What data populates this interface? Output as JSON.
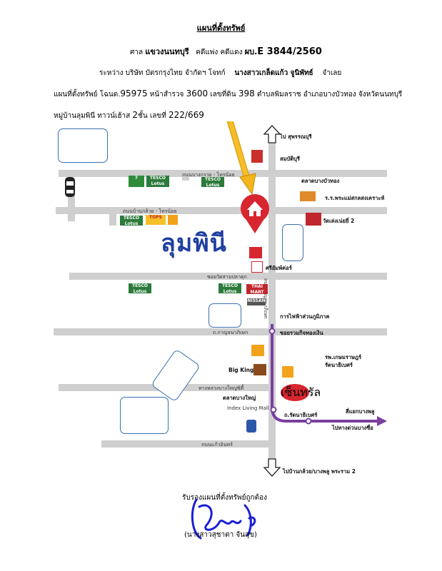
{
  "header": {
    "title": "แผนที่ตั้งทรัพย์",
    "court_prefix": "ศาล",
    "court_name": "แขวงนนทบุรี",
    "case_prefix": "คดีแพ่ง คดีแดง",
    "case_no_prefix": "ผบ.",
    "case_no": "E 3844/2560",
    "between": "ระหว่าง บริษัท บัตรกรุงไทย จำกัดฯ โจทก์",
    "defendant": "นางสาวเกล็ดแก้ว จูนิพัทธ์",
    "defendant_suffix": "จำเลย",
    "deed_prefix": "แผนที่ตั้งทรัพย์ โฉนด.",
    "deed_no": "95975",
    "survey_prefix": "หน้าสำรวจ",
    "survey_no": "3600",
    "land_prefix": "เลขที่ดิน",
    "land_no": "398",
    "location": "ตำบลพิมลราช อำเภอบางบัวทอง จังหวัดนนทบุรี",
    "village_prefix": "หมู่บ้านลุมพินี ทาวน์เฮ้าส",
    "floors": "2",
    "floors_suffix": "ชั้น เลขที่",
    "house_no": "222/669"
  },
  "map": {
    "area_name": "ลุมพินี",
    "top_direction": "ไป สุพรรณบุรี",
    "bottom_direction": "ไปบ้านกล้วย/บางพลู พระราม 2",
    "roads": {
      "bangkruai_trainoi": "ถนนบางกรวย - ไทรน้อย",
      "bankluai_trainoi": "ถนนบ้านกล้วย - ไทรน้อย",
      "soi_watsaolao": "ซอยวัดสามปลาดุก",
      "kanchanaphisek": "ถนนกาญจนาภิเษก",
      "rattanathibet": "ถ.รัตนาธิเบศร์",
      "kanchanaphisek_short": "ถ.กาญจนาภิเษก",
      "soi_junction": "ซอยรวมกิจทองเงิน",
      "bangbuathong_yai": "ทางหลวงบางใหญ่ซิตี้",
      "rattanathibet_road": "ถนนรัตนาธิเบศร์",
      "bottom_road": "ถนนแก้วอินทร์",
      "express": "ไปทางด่วนบางซื่อ",
      "bangyai_station": "สี่แยกบางพลู"
    },
    "places": {
      "sombat": "สมบัติบุรี",
      "bangbuathong_market": "ตลาดบางบัวทอง",
      "school": "ร.ร.พระแม่สกลสงเคราะห์",
      "temple": "วัดเล่งเน่ยยี่ 2",
      "seven": "7-ELEVEn",
      "tesco1": "TESCO Lotus",
      "tesco2": "TESCO Lotus",
      "tesco3": "TESCO Lotus",
      "tesco4": "TESCO Lotus",
      "tesco5": "TESCO Lotus",
      "tops": "TOPS",
      "sri_shop": "ศรีอัมพ์ค่อร์",
      "thai_mart": "THAI MART",
      "nissan": "NISSAN",
      "egat": "การไฟฟ้าส่วนภูมิภาค",
      "kasemrad_hosp": "รพ.เกษมราษฎร์ รัตนาธิเบศร์",
      "bigking": "Big King",
      "bangyai_market": "ตลาดบางใหญ่",
      "index": "Index Living Mall",
      "central": "เซ็นทรัล"
    }
  },
  "footer": {
    "certify": "รับรองแผนที่ตั้งทรัพย์ถูกต้อง",
    "signer": "(นางสาวสุชาดา จันสุข)"
  },
  "colors": {
    "road": "#cfcfcf",
    "purple_route": "#7b3fa0",
    "pin": "#d7262f",
    "arrow": "#f2b51c",
    "area_label": "#1f3f9f",
    "box_border": "#3a6fb0",
    "signature": "#1b1fd6"
  },
  "icons": [
    "home-pin-icon",
    "arrow-icon",
    "car-icon",
    "up-arrow-icon",
    "down-arrow-icon"
  ]
}
